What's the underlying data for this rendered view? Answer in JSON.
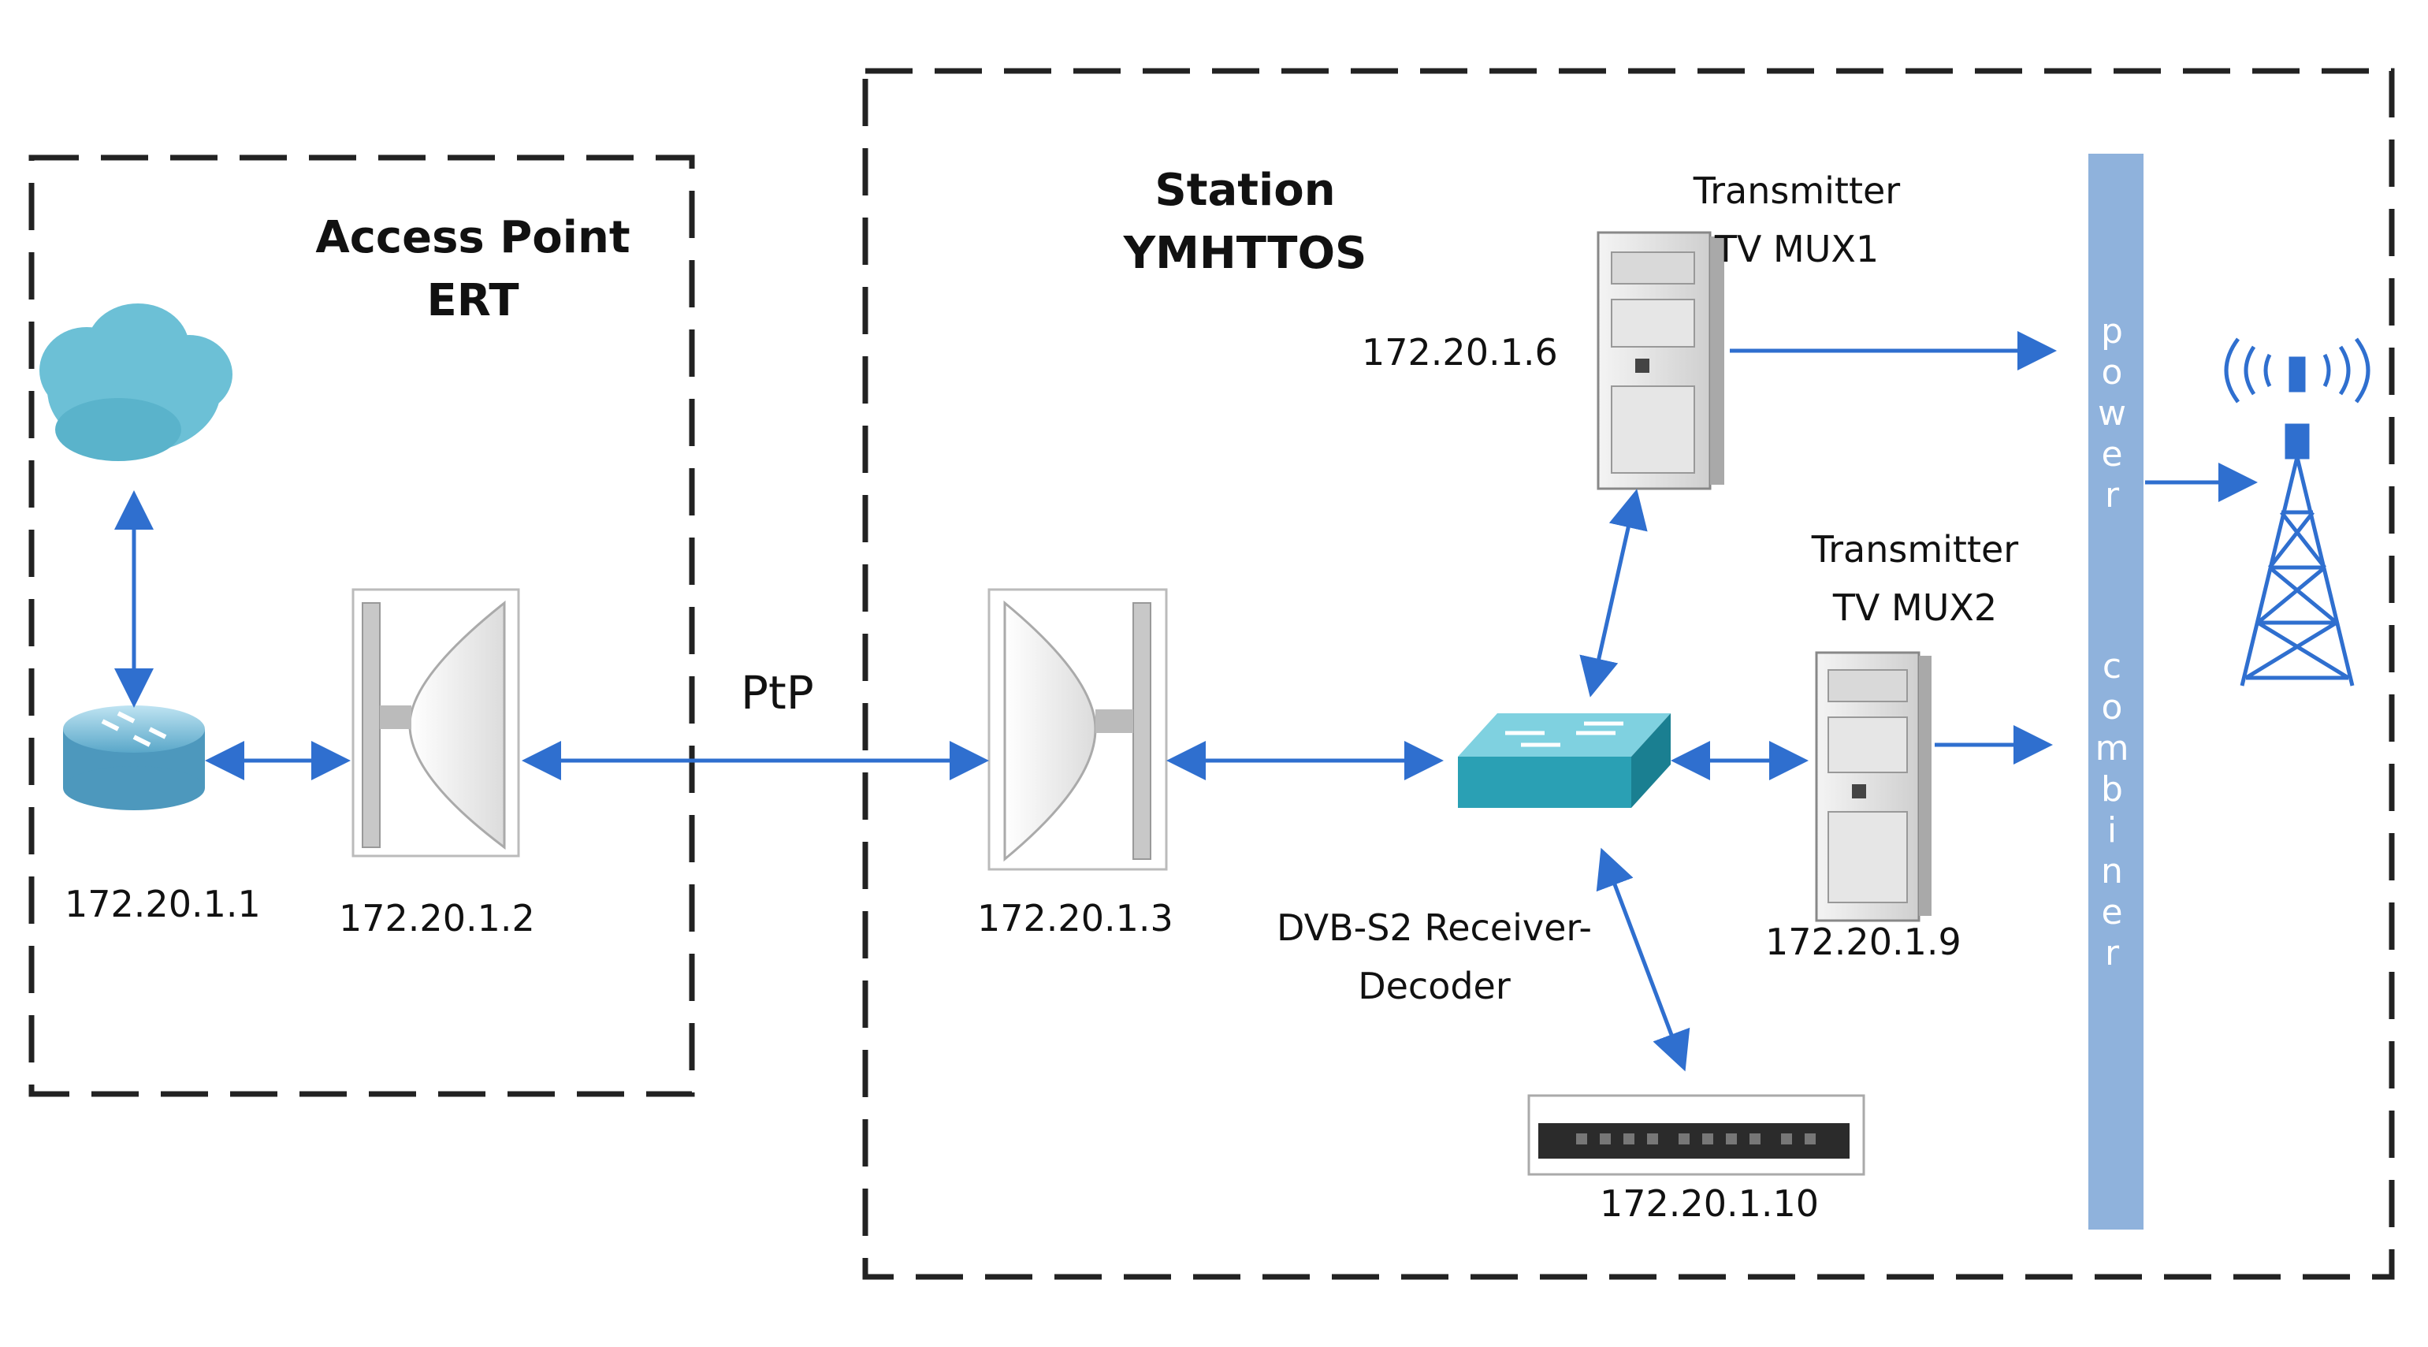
{
  "zones": {
    "access_point": {
      "title_line1": "Access Point",
      "title_line2": "ERT"
    },
    "station": {
      "title_line1": "Station",
      "title_line2": "YMHTTOS"
    }
  },
  "link": {
    "label": "PtP"
  },
  "devices": {
    "cloud": {
      "icon": "cloud-icon"
    },
    "router": {
      "icon": "router-icon",
      "ip": "172.20.1.1"
    },
    "antenna_ap": {
      "icon": "dish-antenna-icon",
      "ip": "172.20.1.2"
    },
    "antenna_station": {
      "icon": "dish-antenna-icon",
      "ip": "172.20.1.3"
    },
    "switch": {
      "icon": "switch-icon",
      "caption_line1": "DVB-S2 Receiver-",
      "caption_line2": "Decoder"
    },
    "transmitter1": {
      "icon": "transmitter-rack-icon",
      "ip": "172.20.1.6",
      "title_line1": "Transmitter",
      "title_line2": "TV MUX1"
    },
    "transmitter2": {
      "icon": "transmitter-rack-icon",
      "ip": "172.20.1.9",
      "title_line1": "Transmitter",
      "title_line2": "TV MUX2"
    },
    "receiver_decoder": {
      "icon": "rack-unit-icon",
      "ip": "172.20.1.10"
    },
    "combiner": {
      "label_line1": "power",
      "label_line2": "combiner"
    },
    "tower": {
      "icon": "broadcast-tower-icon"
    }
  },
  "colors": {
    "arrow": "#2f6fcf",
    "combiner": "#8fb2dc",
    "switch": "#2aa0b4",
    "cloud": "#6cc0d6",
    "dash": "#222222"
  }
}
